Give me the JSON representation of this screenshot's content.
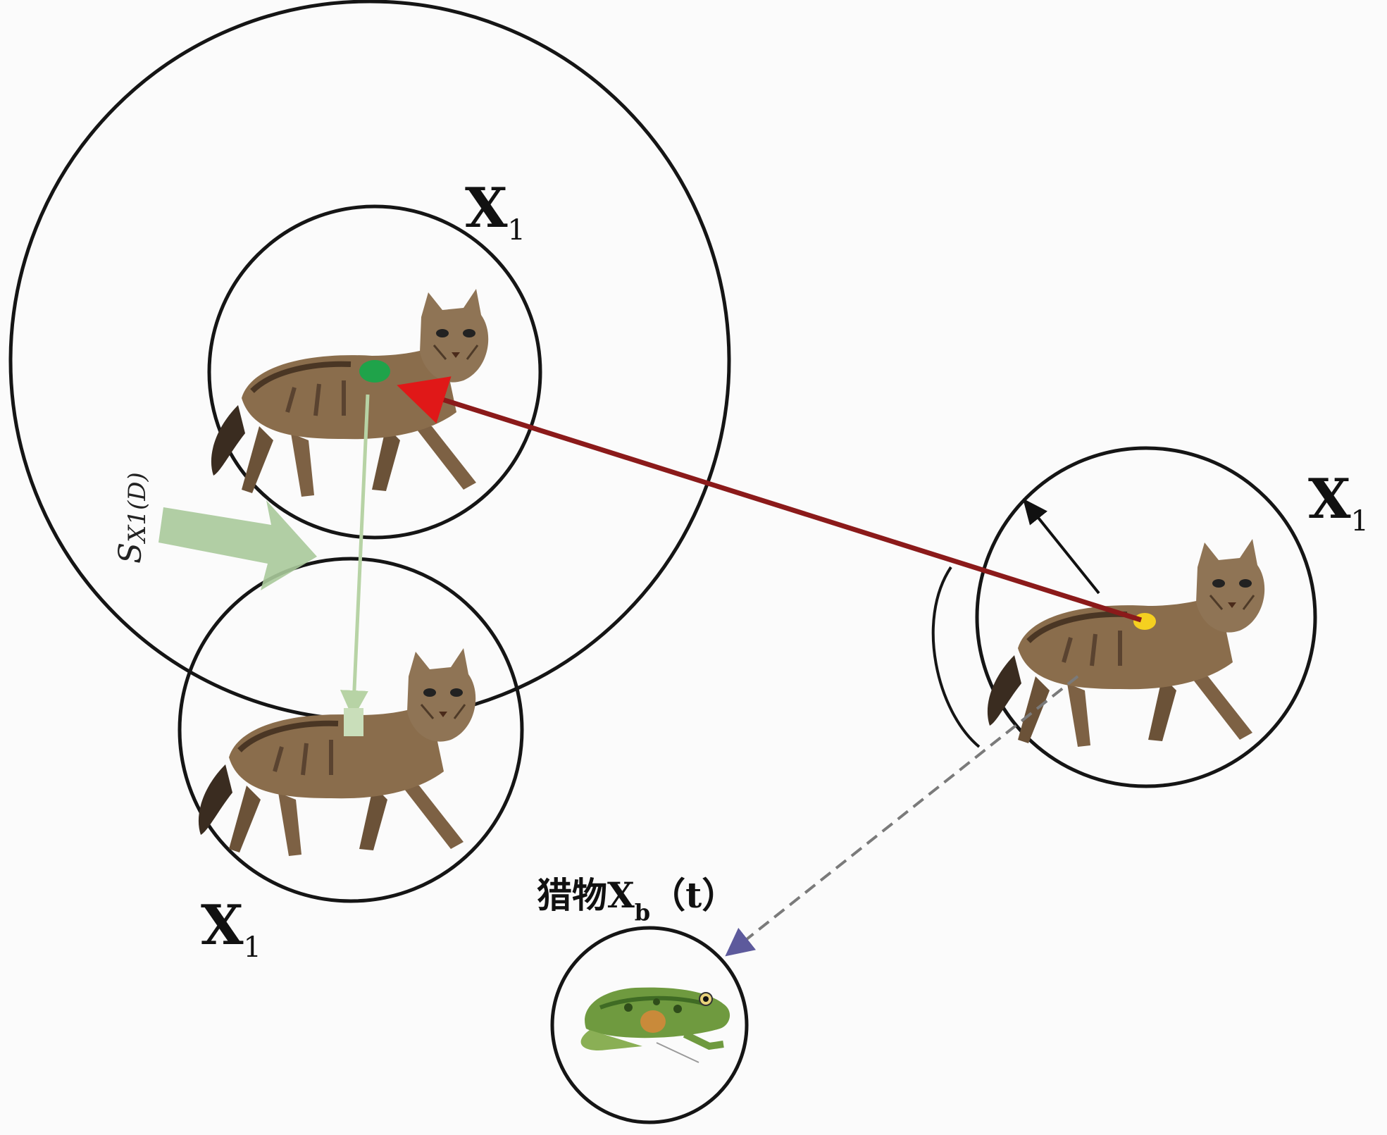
{
  "labels": {
    "x_top": {
      "main": "X",
      "sub": "1"
    },
    "x_bottom": {
      "main": "X",
      "sub": "1"
    },
    "x_right": {
      "main": "X",
      "sub": "1"
    },
    "s_label": {
      "main": "S",
      "sub": "X1(D)"
    },
    "prey": {
      "prefix": "猎物X",
      "sub": "b",
      "suffix": "（t）"
    }
  },
  "colors": {
    "circle": "#151515",
    "attack_arrow": "#8b1a1a",
    "arrow_head": "#e01818",
    "move_arrow": "#b7d3a5",
    "big_arrow": "#a9c99a",
    "dashed_arrow": "#7a7a7a",
    "prey_arrow_head": "#5d5a9c",
    "green_marker": "#1fa34a",
    "yellow_marker": "#f5d020"
  },
  "icons": {
    "predator": "wildcat-icon",
    "prey": "frog-icon"
  }
}
